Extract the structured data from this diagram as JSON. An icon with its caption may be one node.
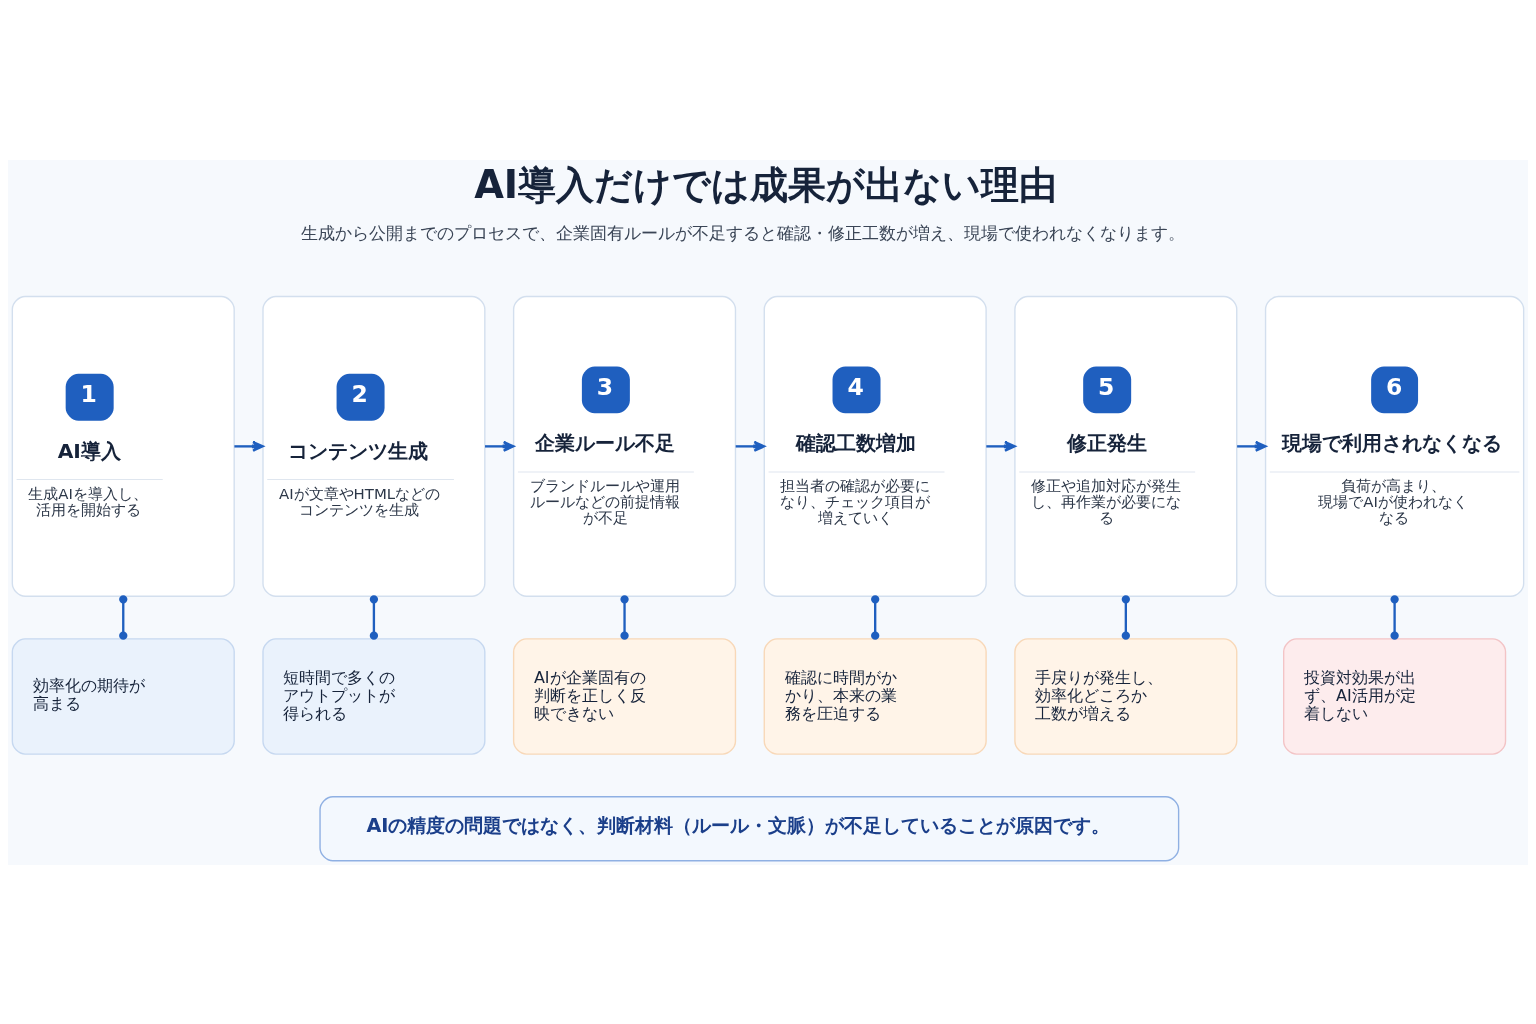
{
  "diagram": {
    "title": "AI導入だけでは成果が出ない理由",
    "nodes": [
      {
        "text": [
          "1",
          "AI導入",
          "生成AIを導入し、活用を開始する"
        ]
      },
      {
        "text": [
          "2",
          "コンテンツ生成",
          "AIが文章やHTMLなどのコンテンツを生成"
        ]
      },
      {
        "text": [
          "3",
          "企業ルール不足",
          "ブランドルールや運用ルールなどの前提情報が不足"
        ]
      },
      {
        "text": [
          "4",
          "確認工数増加",
          "担当者の確認が必要になり、チェック項目が増えていく"
        ]
      },
      {
        "text": [
          "5",
          "修正発生",
          "修正や追加対応が発生し、再作業が必要になる"
        ]
      },
      {
        "text": [
          "6",
          "現場で利用されなくなる",
          "負荷が高まり、現場でAIが使われなくなる"
        ]
      },
      {
        "text": [
          "効率化の期待が高まる"
        ]
      },
      {
        "text": [
          "短時間で多くのアウトプットが得られる"
        ]
      },
      {
        "text": [
          "AIが企業固有の判断を正しく反映できない"
        ]
      },
      {
        "text": [
          "確認に時間がかかり、本来の業務を圧迫する"
        ]
      },
      {
        "text": [
          "手戻りが発生し、効率化どころか工数が増える"
        ]
      },
      {
        "text": [
          "投資対効果が出ず、AI活用が定着しない"
        ]
      },
      {
        "text": [
          "AIの精度の問題ではなく、判断材料（ルール・文脈）が不足していることが原因です。"
        ]
      }
    ],
    "edges": [
      {
        "from": 0,
        "to": 1,
        "arrow": "to"
      },
      {
        "from": 1,
        "to": 2,
        "arrow": "to"
      },
      {
        "from": 2,
        "to": 3,
        "arrow": "to"
      },
      {
        "from": 3,
        "to": 4,
        "arrow": "to"
      },
      {
        "from": 4,
        "to": 5,
        "arrow": "to"
      },
      {
        "from": 0,
        "to": 6,
        "arrow": "other"
      },
      {
        "from": 1,
        "to": 7,
        "arrow": "other"
      },
      {
        "from": 2,
        "to": 8,
        "arrow": "other"
      },
      {
        "from": 3,
        "to": 9,
        "arrow": "other"
      },
      {
        "from": 4,
        "to": 10,
        "arrow": "other"
      },
      {
        "from": 5,
        "to": 11,
        "arrow": "other"
      }
    ],
    "labels": [
      "生成から公開までのプロセスで、企業固有ルールが不足すると確認・修正工数が増え、現場で使われなくなります。"
    ]
  }
}
